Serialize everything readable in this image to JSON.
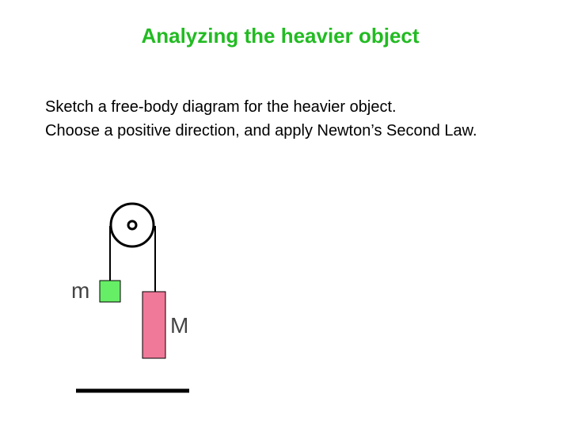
{
  "slide": {
    "title": "Analyzing the heavier object",
    "body_lines": [
      "Sketch a free-body diagram for the heavier object.",
      "Choose a positive direction, and apply Newton’s Second Law."
    ]
  },
  "diagram": {
    "light_mass_label": "m",
    "heavy_mass_label": "M",
    "colors": {
      "title": "#22bb22",
      "light_mass": "#66ee66",
      "heavy_mass": "#f07898",
      "line": "#000000",
      "label": "#444444"
    }
  }
}
